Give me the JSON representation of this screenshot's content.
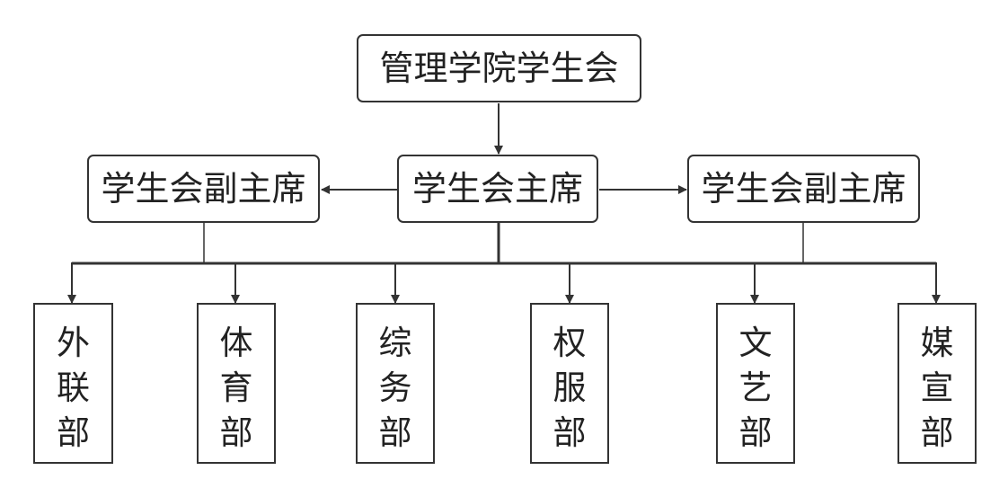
{
  "diagram": {
    "root": {
      "label": "管理学院学生会"
    },
    "chair": {
      "label": "学生会主席"
    },
    "vice_left": {
      "label": "学生会副主席"
    },
    "vice_right": {
      "label": "学生会副主席"
    },
    "departments": [
      {
        "label": "外联部",
        "chars": [
          "外",
          "联",
          "部"
        ]
      },
      {
        "label": "体育部",
        "chars": [
          "体",
          "育",
          "部"
        ]
      },
      {
        "label": "综务部",
        "chars": [
          "综",
          "务",
          "部"
        ]
      },
      {
        "label": "权服部",
        "chars": [
          "权",
          "服",
          "部"
        ]
      },
      {
        "label": "文艺部",
        "chars": [
          "文",
          "艺",
          "部"
        ]
      },
      {
        "label": "媒宣部",
        "chars": [
          "媒",
          "宣",
          "部"
        ]
      }
    ]
  }
}
